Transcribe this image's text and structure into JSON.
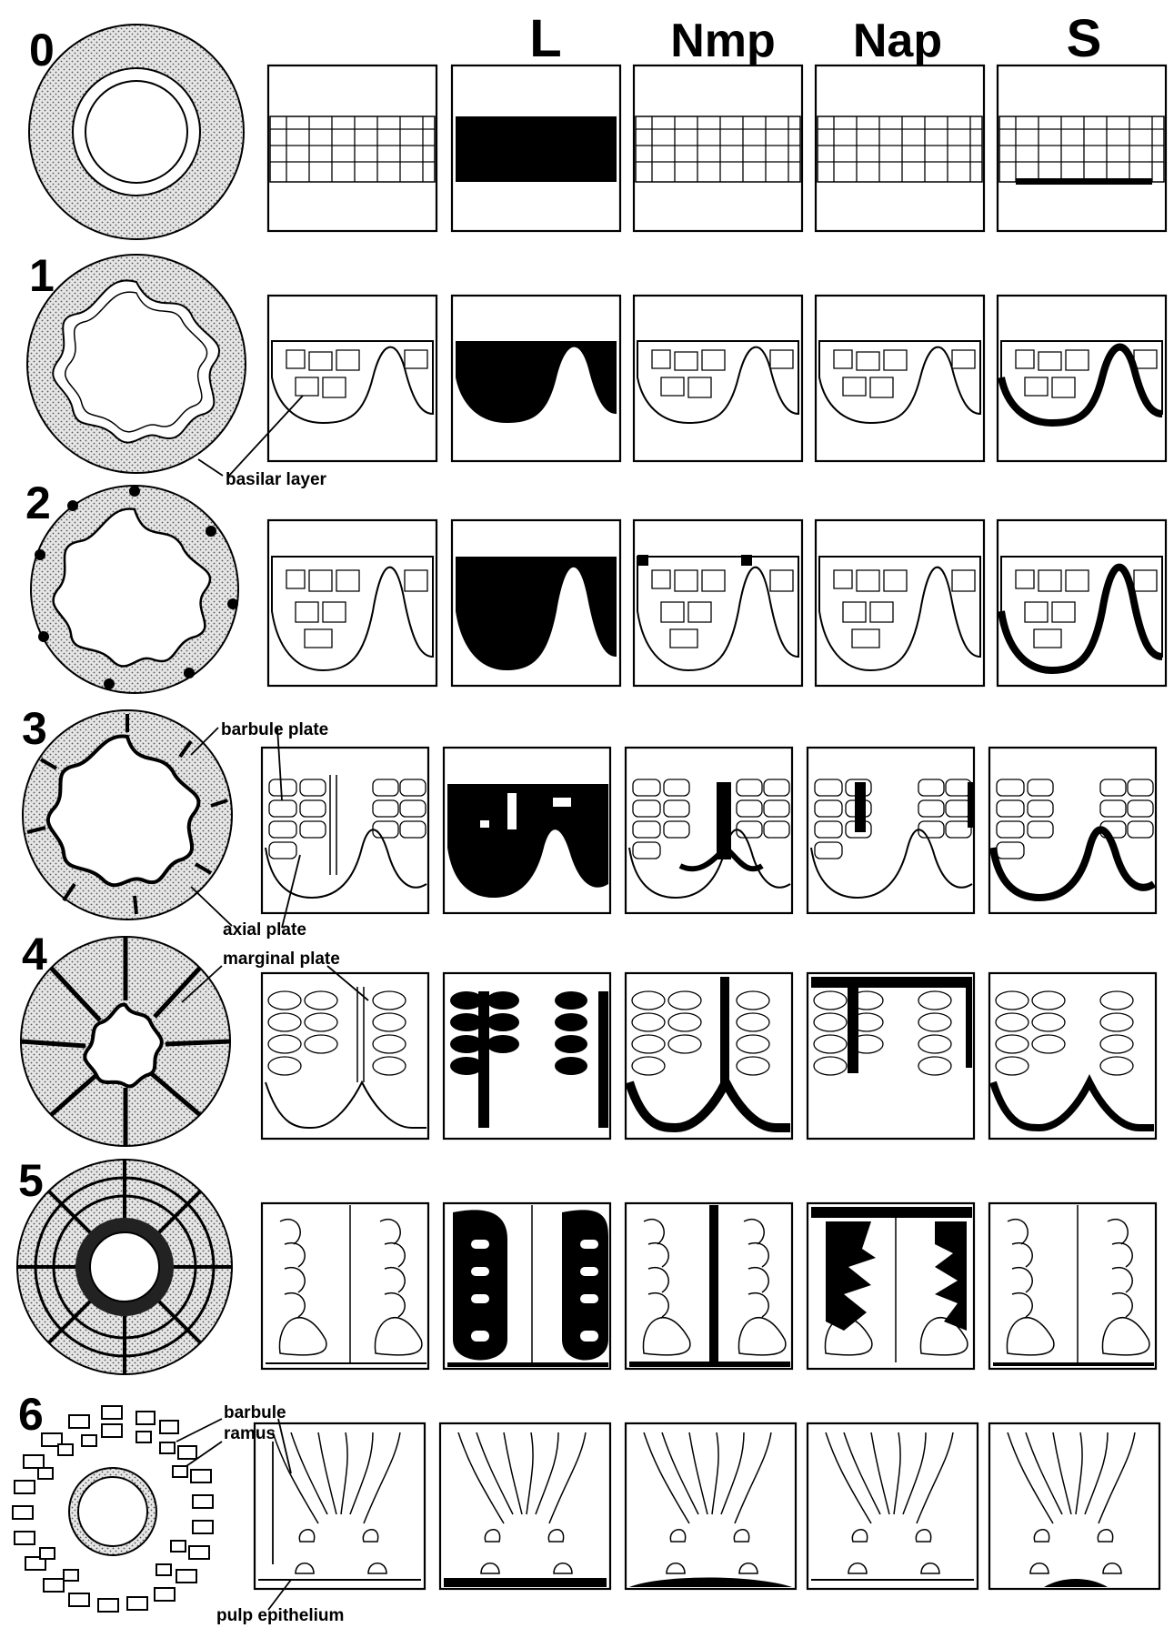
{
  "columns": [
    "L",
    "Nmp",
    "Nap",
    "S"
  ],
  "stages": [
    "0",
    "1",
    "2",
    "3",
    "4",
    "5",
    "6"
  ],
  "labels": {
    "basilar_layer": "basilar layer",
    "barbule_plate": "barbule plate",
    "axial_plate": "axial plate",
    "marginal_plate": "marginal plate",
    "barbule": "barbule",
    "ramus": "ramus",
    "pulp_epithelium": "pulp epithelium"
  }
}
